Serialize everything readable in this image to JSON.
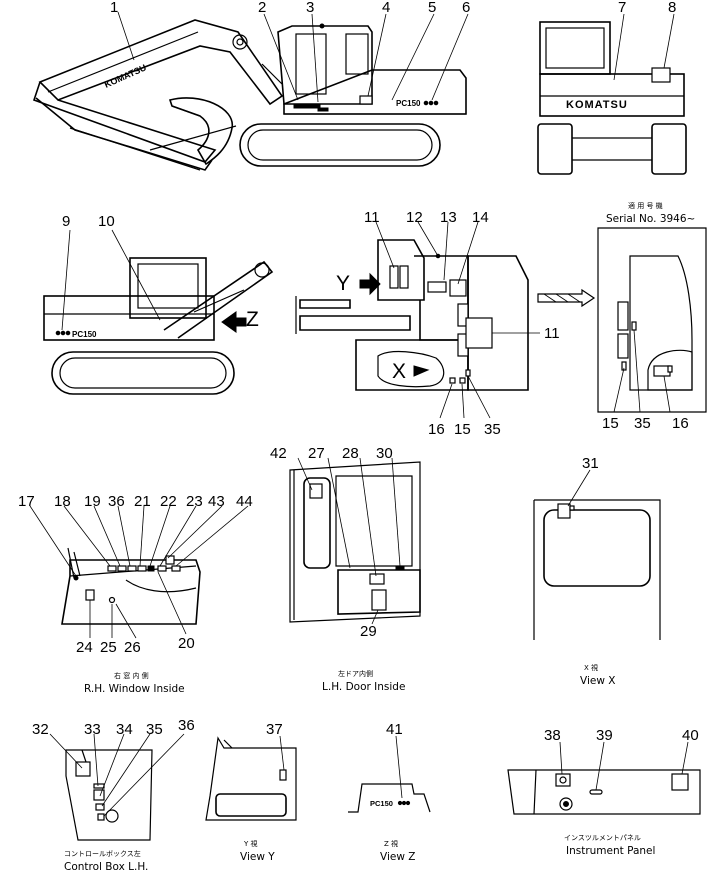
{
  "callouts": {
    "n1": "1",
    "n2": "2",
    "n3": "3",
    "n4": "4",
    "n5": "5",
    "n6": "6",
    "n7": "7",
    "n8": "8",
    "n9": "9",
    "n10": "10",
    "n11a": "11",
    "n12": "12",
    "n13": "13",
    "n14": "14",
    "n11b": "11",
    "n16a": "16",
    "n15a": "15",
    "n35a": "35",
    "n15b": "15",
    "n35b": "35",
    "n16b": "16",
    "n17": "17",
    "n18": "18",
    "n19": "19",
    "n36a": "36",
    "n21": "21",
    "n22": "22",
    "n23": "23",
    "n43": "43",
    "n44": "44",
    "n24": "24",
    "n25": "25",
    "n26": "26",
    "n20": "20",
    "n42": "42",
    "n27": "27",
    "n28": "28",
    "n30": "30",
    "n29": "29",
    "n31": "31",
    "n32": "32",
    "n33": "33",
    "n34": "34",
    "n35c": "35",
    "n36b": "36",
    "n37": "37",
    "n41": "41",
    "n38": "38",
    "n39": "39",
    "n40": "40"
  },
  "view_markers": {
    "y": "Y",
    "x": "X",
    "z": "Z"
  },
  "serial": {
    "jp": "適 用 号 機",
    "en": "Serial No. 3946~"
  },
  "captions": {
    "rh_window_jp": "右 窓 内 側",
    "rh_window_en": "R.H. Window Inside",
    "lh_door_jp": "左ドア内側",
    "lh_door_en": "L.H. Door Inside",
    "view_x_jp": "X  視",
    "view_x_en": "View X",
    "control_box_jp": "コントロールボックス左",
    "control_box_en": "Control Box L.H.",
    "view_y_jp": "Y  視",
    "view_y_en": "View Y",
    "view_z_jp": "Z  視",
    "view_z_en": "View Z",
    "instrument_jp": "インスツルメントパネル",
    "instrument_en": "Instrument Panel"
  },
  "decals": {
    "boom_logo": "KOMATSU",
    "rear_logo": "KOMATSU",
    "side_model": "PC150",
    "model_r": "PC150",
    "model_z": "PC150"
  }
}
